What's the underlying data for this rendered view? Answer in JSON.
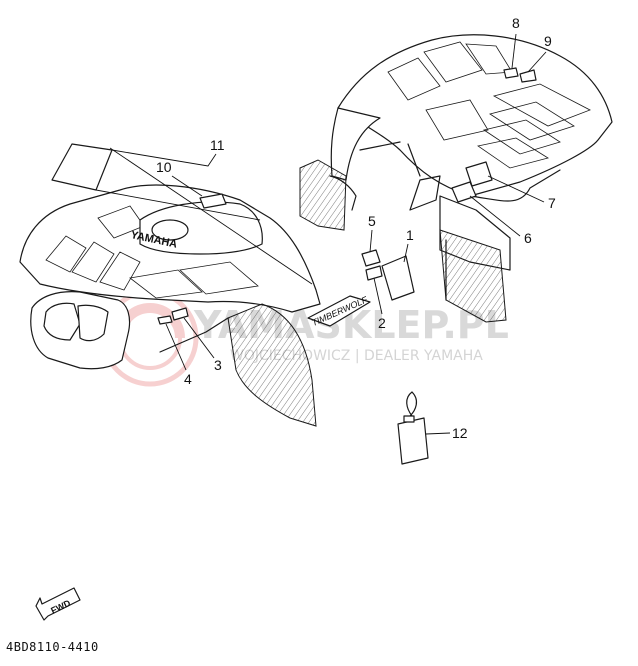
{
  "watermark": {
    "brand": "YAMASKLEP.PL",
    "subtitle": "WOJCIECHOWICZ | DEALER YAMAHA",
    "color": "#d9d9d9",
    "logo_color": "#f2b5b5"
  },
  "decals": {
    "yamaha": "YAMAHA",
    "timberwolf": "TIMBERWOLF",
    "fwd": "FWD"
  },
  "callouts": [
    "1",
    "2",
    "3",
    "4",
    "5",
    "6",
    "7",
    "8",
    "9",
    "10",
    "11",
    "12"
  ],
  "diagram_code": "4BD8110-4410"
}
